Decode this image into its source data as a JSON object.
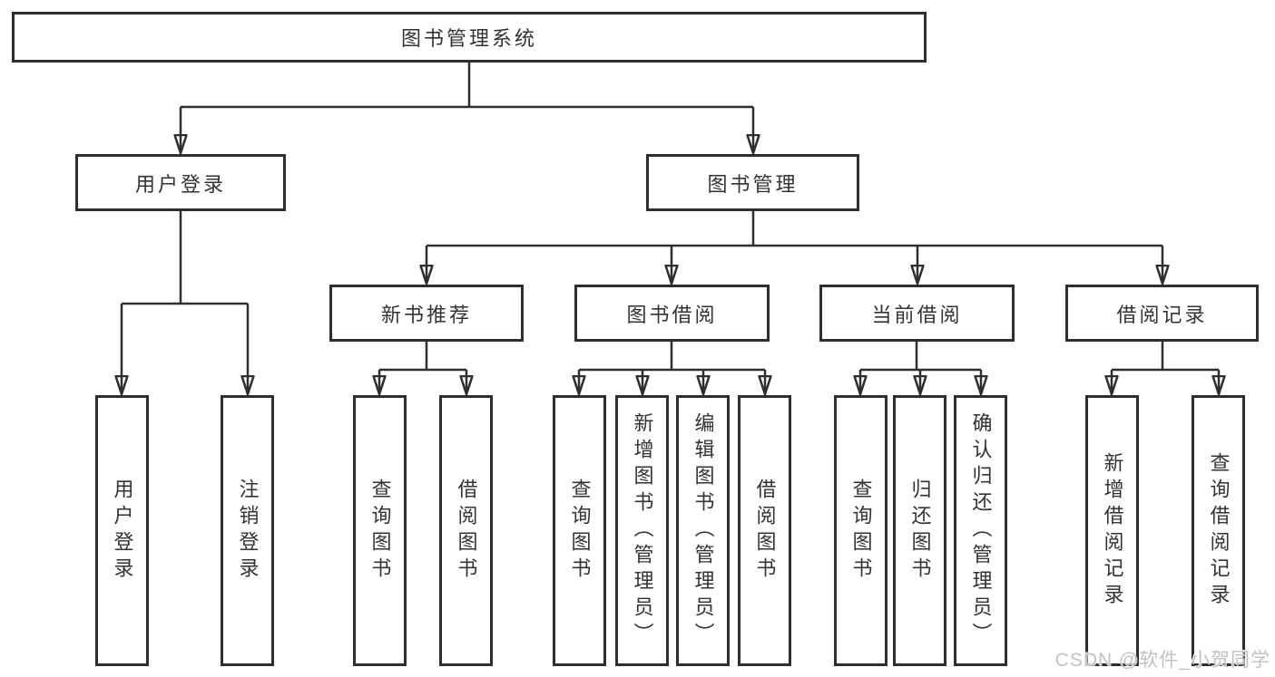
{
  "diagram_type": "hierarchy-tree",
  "colors": {
    "line": "#2e2e2e",
    "box_border": "#2e2e2e",
    "box_fill": "#ffffff",
    "text": "#333333",
    "watermark_text": "#c2c2c2",
    "background": "#ffffff"
  },
  "tree": {
    "label": "图书管理系统",
    "children": [
      {
        "label": "用户登录",
        "children": [
          {
            "label": "用户登录"
          },
          {
            "label": "注销登录"
          }
        ]
      },
      {
        "label": "图书管理",
        "children": [
          {
            "label": "新书推荐",
            "children": [
              {
                "label": "查询图书"
              },
              {
                "label": "借阅图书"
              }
            ]
          },
          {
            "label": "图书借阅",
            "children": [
              {
                "label": "查询图书"
              },
              {
                "label": "新增图书（管理员）"
              },
              {
                "label": "编辑图书（管理员）"
              },
              {
                "label": "借阅图书"
              }
            ]
          },
          {
            "label": "当前借阅",
            "children": [
              {
                "label": "查询图书"
              },
              {
                "label": "归还图书"
              },
              {
                "label": "确认归还（管理员）"
              }
            ]
          },
          {
            "label": "借阅记录",
            "children": [
              {
                "label": "新增借阅记录"
              },
              {
                "label": "查询借阅记录"
              }
            ]
          }
        ]
      }
    ]
  },
  "watermark": {
    "text": "CSDN @软件_小贺同学"
  }
}
